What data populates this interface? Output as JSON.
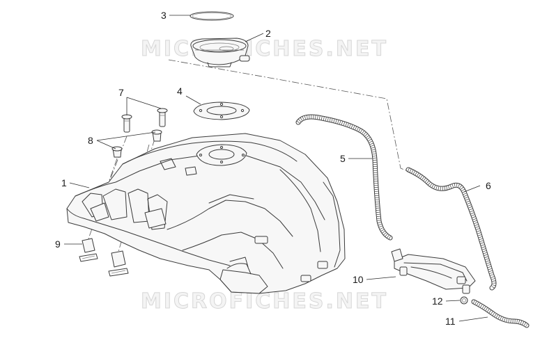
{
  "watermarks": [
    "MICROFICHES.NET",
    "MICROFICHES.NET"
  ],
  "callouts": [
    {
      "label": "1"
    },
    {
      "label": "2"
    },
    {
      "label": "3"
    },
    {
      "label": "4"
    },
    {
      "label": "5"
    },
    {
      "label": "6"
    },
    {
      "label": "7"
    },
    {
      "label": "8"
    },
    {
      "label": "9"
    },
    {
      "label": "10"
    },
    {
      "label": "11"
    },
    {
      "label": "12"
    }
  ]
}
